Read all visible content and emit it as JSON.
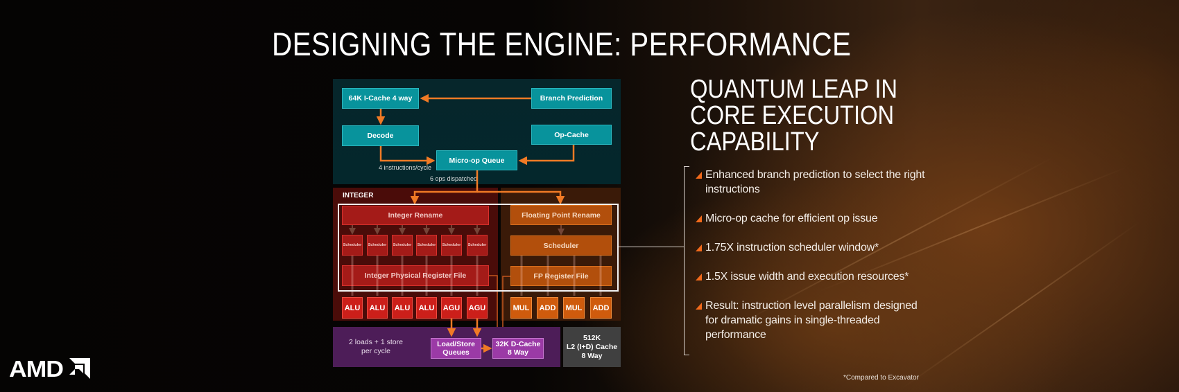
{
  "slide": {
    "title": "DESIGNING THE ENGINE: PERFORMANCE",
    "subheading_lines": [
      "QUANTUM LEAP IN",
      "CORE EXECUTION",
      "CAPABILITY"
    ],
    "bullets": [
      "Enhanced branch prediction to select the right instructions",
      "Micro-op cache for efficient op issue",
      "1.75X instruction scheduler window*",
      "1.5X issue width and execution resources*",
      "Result: instruction level parallelism designed for dramatic gains in single-threaded performance"
    ],
    "footnote": "*Compared to Excavator",
    "logo_text": "AMD",
    "logo_icon": "amd-arrow-icon"
  },
  "colors": {
    "accent_orange": "#f26a1b",
    "frontend_teal": "#08939c",
    "integer_red": "#a41b18",
    "fp_orange": "#b24f0c",
    "loadstore_purple": "#4d1d58",
    "l2_gray": "#404040"
  },
  "diagram": {
    "frontend": {
      "icache": "64K I-Cache 4 way",
      "branch_prediction": "Branch Prediction",
      "decode": "Decode",
      "op_cache": "Op-Cache",
      "micro_op_queue": "Micro-op Queue",
      "decode_rate": "4 instructions/cycle",
      "dispatch_rate": "6 ops dispatched"
    },
    "integer": {
      "label": "INTEGER",
      "rename": "Integer Rename",
      "schedulers": [
        "Scheduler",
        "Scheduler",
        "Scheduler",
        "Scheduler",
        "Scheduler",
        "Scheduler"
      ],
      "register_file": "Integer Physical Register File",
      "units": [
        "ALU",
        "ALU",
        "ALU",
        "ALU",
        "AGU",
        "AGU"
      ]
    },
    "floating_point": {
      "rename": "Floating Point Rename",
      "scheduler": "Scheduler",
      "register_file": "FP Register File",
      "units": [
        "MUL",
        "ADD",
        "MUL",
        "ADD"
      ]
    },
    "load_store": {
      "rate_line1": "2 loads + 1 store",
      "rate_line2": "per cycle",
      "queues_line1": "Load/Store",
      "queues_line2": "Queues",
      "dcache_line1": "32K D-Cache",
      "dcache_line2": "8 Way"
    },
    "l2": {
      "line1": "512K",
      "line2": "L2 (I+D) Cache",
      "line3": "8 Way"
    }
  }
}
